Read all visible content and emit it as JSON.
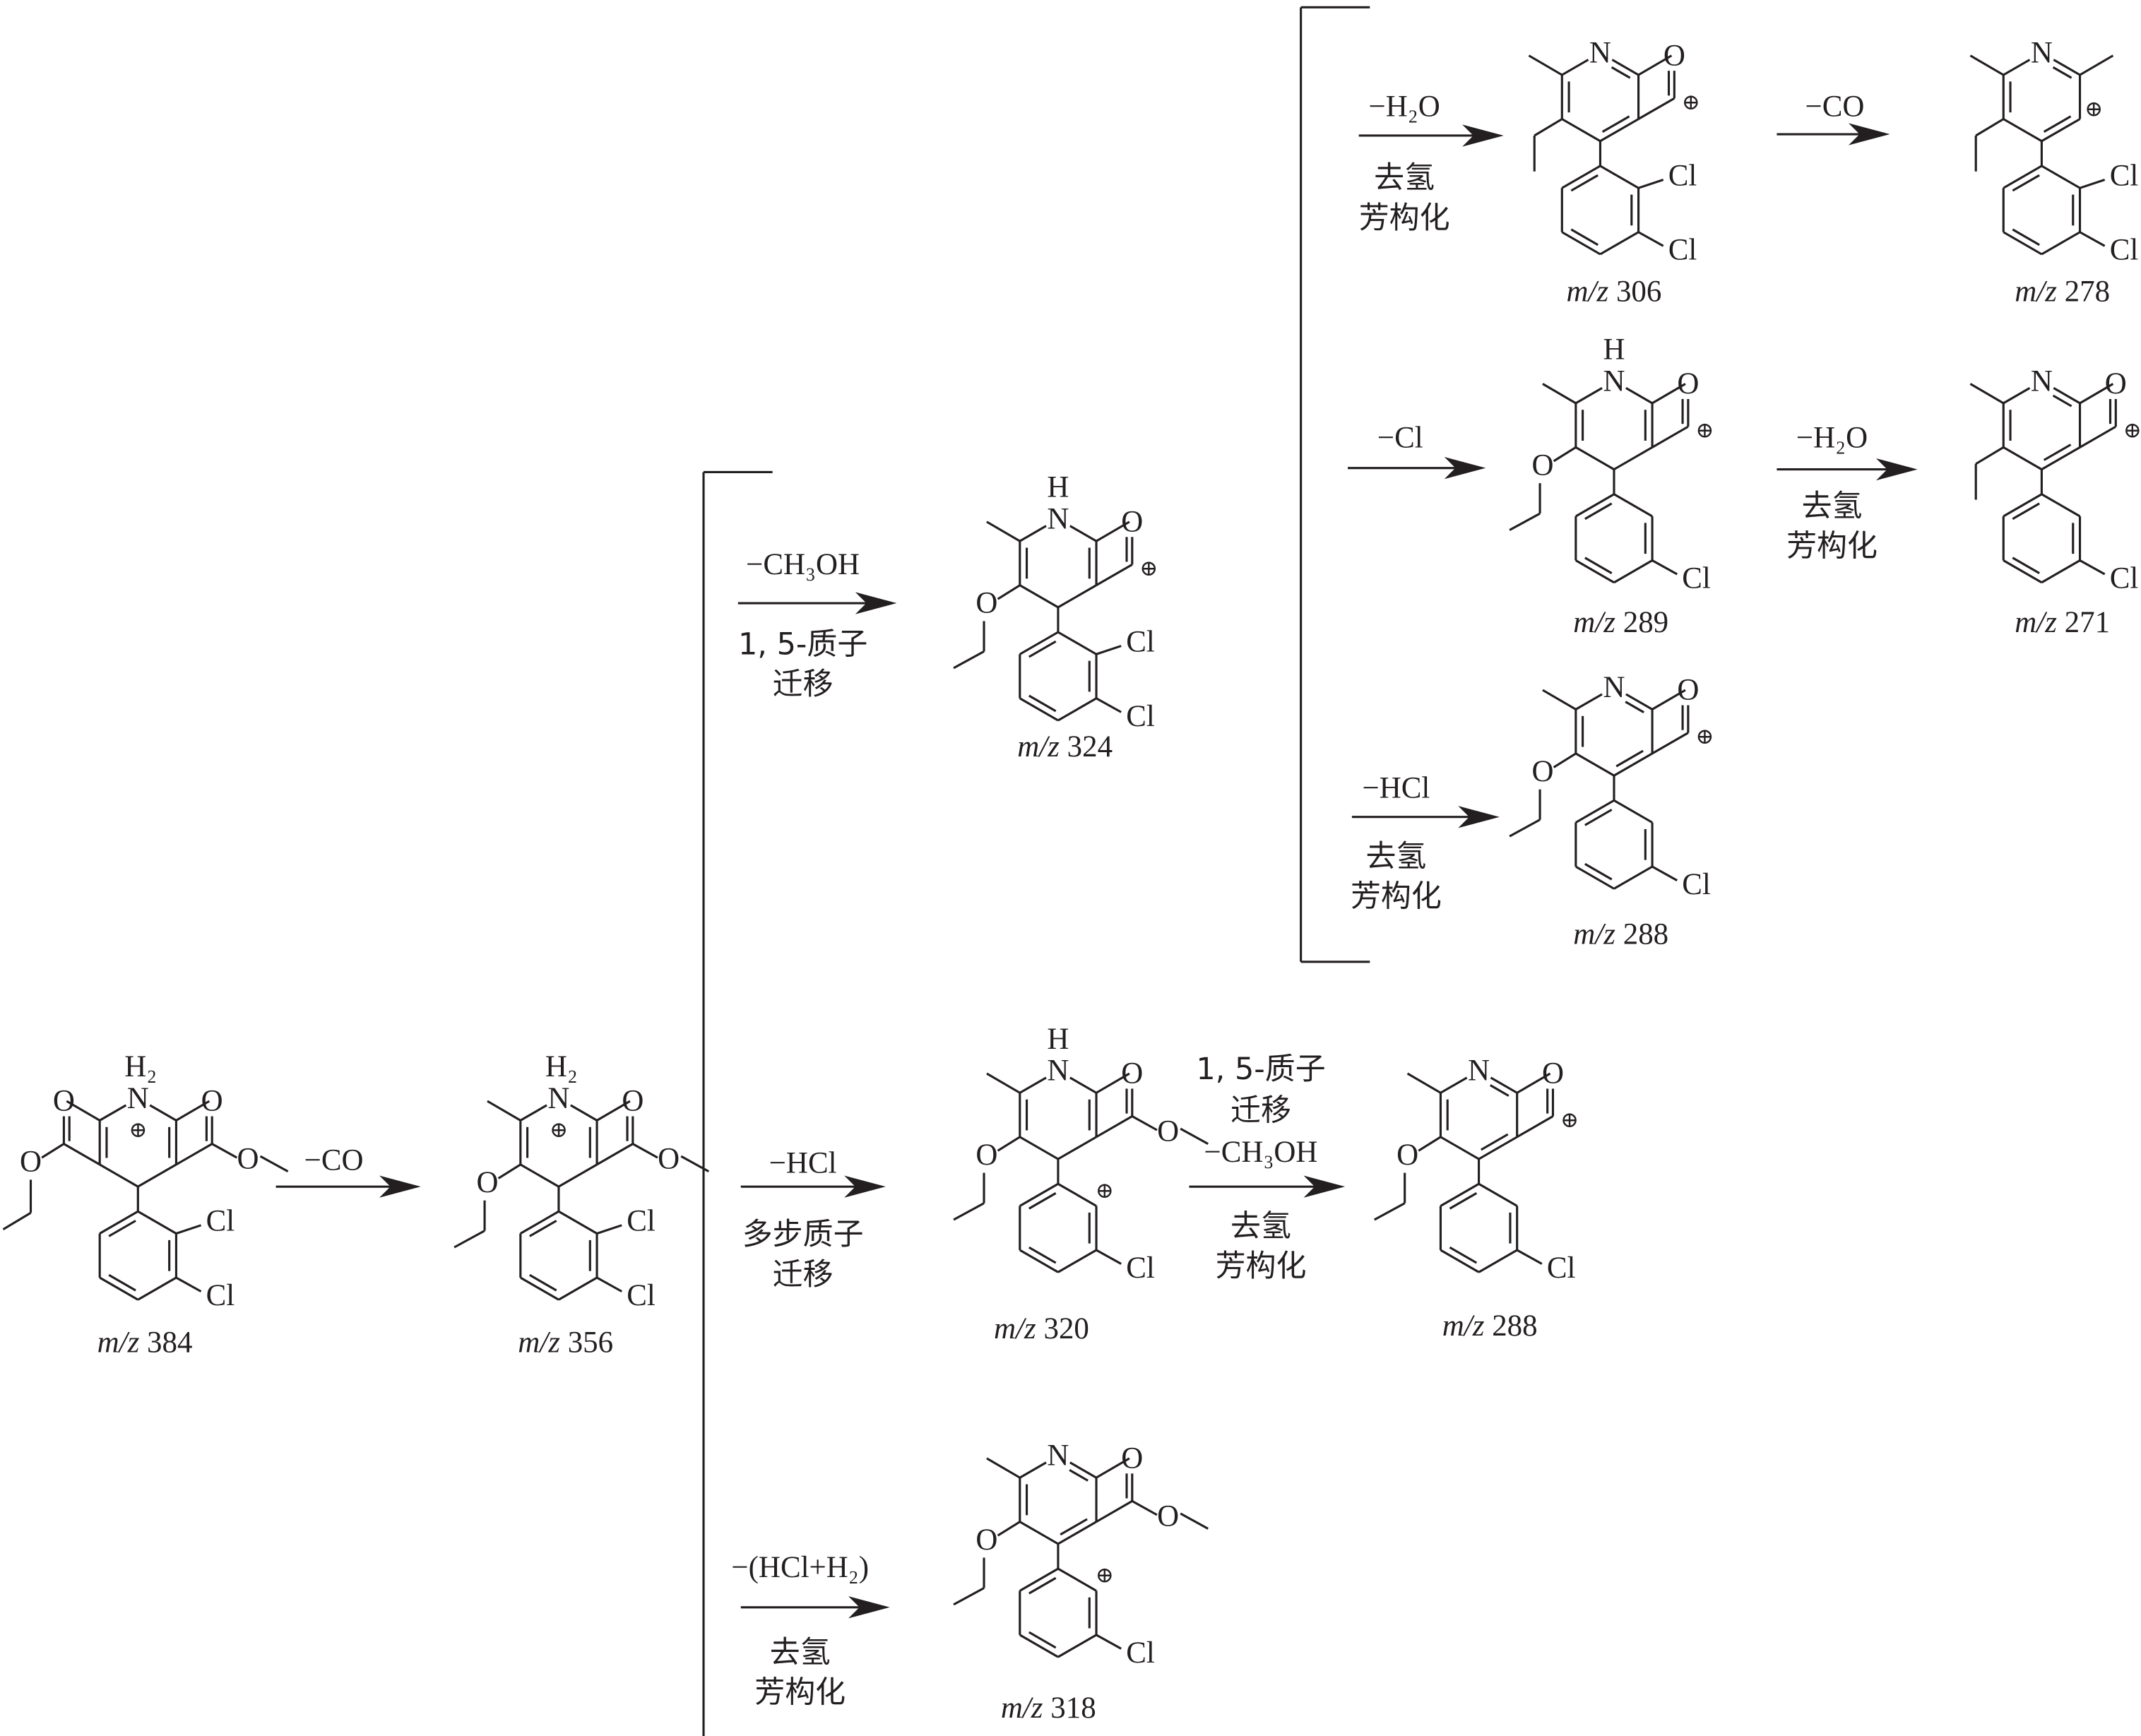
{
  "atoms": {
    "N": "N",
    "H": "H",
    "H2": "H₂",
    "O": "O",
    "Cl": "Cl",
    "plus": "⊕"
  },
  "mz_prefix": "m/z",
  "structures": [
    {
      "id": "s384",
      "mz": "384"
    },
    {
      "id": "s356",
      "mz": "356"
    },
    {
      "id": "s324",
      "mz": "324"
    },
    {
      "id": "s306",
      "mz": "306"
    },
    {
      "id": "s278",
      "mz": "278"
    },
    {
      "id": "s289",
      "mz": "289"
    },
    {
      "id": "s271",
      "mz": "271"
    },
    {
      "id": "s288a",
      "mz": "288"
    },
    {
      "id": "s320",
      "mz": "320"
    },
    {
      "id": "s288b",
      "mz": "288"
    },
    {
      "id": "s318",
      "mz": "318"
    }
  ],
  "arrows": [
    {
      "id": "a1",
      "above": [
        "−CO"
      ],
      "below": []
    },
    {
      "id": "a2",
      "above": [
        "−CH₃OH"
      ],
      "below": [
        "1, 5-质子",
        "迁移"
      ]
    },
    {
      "id": "a3",
      "above": [
        "−H₂O"
      ],
      "below": [
        "去氢",
        "芳构化"
      ]
    },
    {
      "id": "a4",
      "above": [
        "−CO"
      ],
      "below": []
    },
    {
      "id": "a5",
      "above": [
        "−Cl"
      ],
      "below": []
    },
    {
      "id": "a6",
      "above": [
        "−H₂O"
      ],
      "below": [
        "去氢",
        "芳构化"
      ]
    },
    {
      "id": "a7",
      "above": [
        "−HCl"
      ],
      "below": [
        "去氢",
        "芳构化"
      ]
    },
    {
      "id": "a8",
      "above": [
        "−HCl"
      ],
      "below": [
        "多步质子",
        "迁移"
      ]
    },
    {
      "id": "a9",
      "above": [
        "1, 5-质子",
        "迁移",
        "−CH₃OH"
      ],
      "below": [
        "去氢",
        "芳构化"
      ]
    },
    {
      "id": "a10",
      "above": [
        "−(HCl+H₂)"
      ],
      "below": [
        "去氢",
        "芳构化"
      ]
    }
  ]
}
